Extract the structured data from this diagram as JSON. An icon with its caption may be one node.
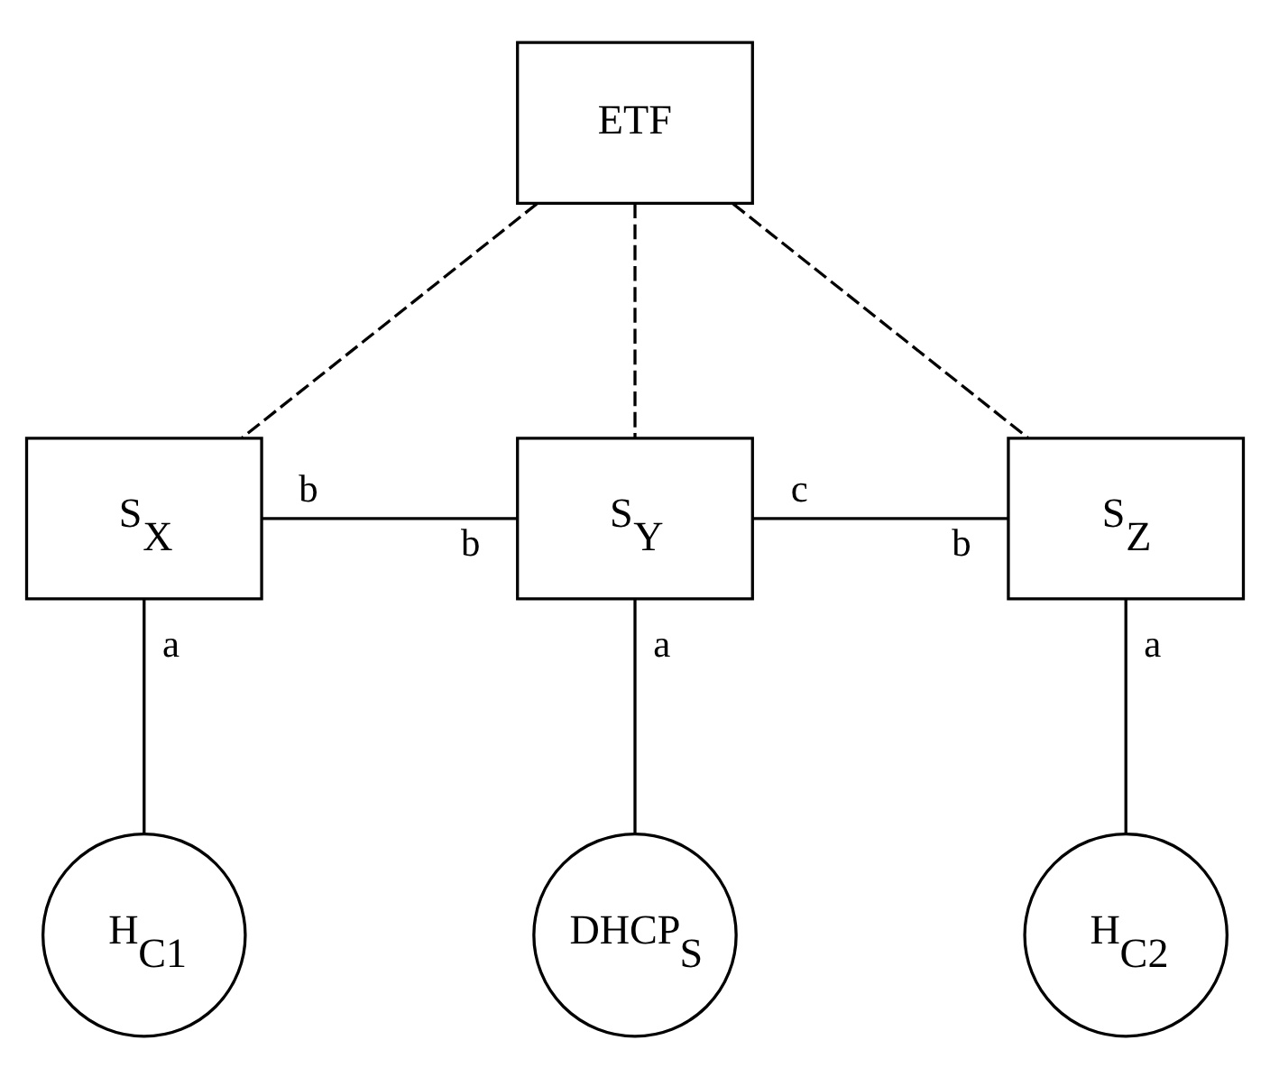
{
  "diagram": {
    "nodes": [
      {
        "text": [
          "ETF"
        ]
      },
      {
        "text": [
          "S$_{X}$"
        ]
      },
      {
        "text": [
          "S$_{Y}$"
        ]
      },
      {
        "text": [
          "S$_{Z}$"
        ]
      },
      {
        "text": [
          "H$_{C1}$"
        ]
      },
      {
        "text": [
          "DHCP$_{S}$"
        ]
      },
      {
        "text": [
          "H$_{C2}$"
        ]
      }
    ],
    "edges": [
      {
        "from": 0,
        "to": 1,
        "arrow": "none",
        "style": "dashed"
      },
      {
        "from": 0,
        "to": 2,
        "arrow": "none",
        "style": "dashed"
      },
      {
        "from": 0,
        "to": 3,
        "arrow": "none",
        "style": "dashed"
      },
      {
        "from": 1,
        "to": 2,
        "arrow": "none"
      },
      {
        "from": 2,
        "to": 3,
        "arrow": "none"
      },
      {
        "from": 1,
        "to": 4,
        "arrow": "none"
      },
      {
        "from": 2,
        "to": 5,
        "arrow": "none"
      },
      {
        "from": 3,
        "to": 6,
        "arrow": "none"
      }
    ],
    "labels": [
      "b",
      "b",
      "c",
      "b",
      "a",
      "a",
      "a"
    ]
  }
}
